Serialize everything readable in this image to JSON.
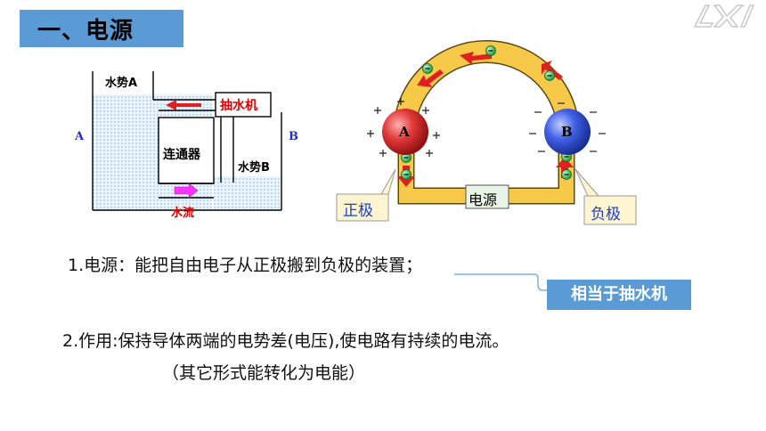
{
  "title": "一、电源",
  "diagram": {
    "left_letter": "A",
    "right_letter": "B",
    "water_level_a": "水势A",
    "water_level_b": "水势B",
    "pump": "抽水机",
    "connector": "连通器",
    "water_flow": "水流",
    "sphere_a": "A",
    "sphere_b": "B",
    "source_label": "电源",
    "positive_label": "正极",
    "negative_label": "负极"
  },
  "text": {
    "line1": "1.电源：能把自由电子从正极搬到负极的装置；",
    "callout": "相当于抽水机",
    "line2": "2.作用:保持导体两端的电势差(电压),使电路有持续的电流。",
    "line3": "（其它形式能转化为电能）"
  },
  "colors": {
    "title_bg": "#5b9bd5",
    "pump_text": "#e00000",
    "arrow_red": "#e02020",
    "arrow_magenta": "#ff00ff",
    "wire": "#f7c948",
    "sphere_a": "#e03030",
    "sphere_b": "#3a5ee0",
    "electron": "#22aa44"
  }
}
